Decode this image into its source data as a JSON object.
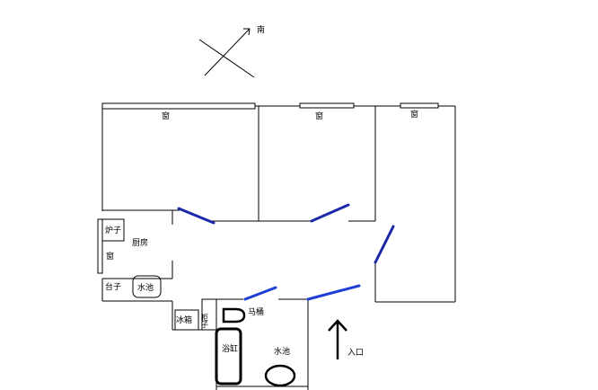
{
  "compass": {
    "label": "南"
  },
  "windows": {
    "bedroom_left": "窗",
    "bedroom_middle": "窗",
    "bedroom_right": "窗",
    "kitchen": "窗"
  },
  "kitchen": {
    "name": "厨房",
    "stove": "炉子",
    "counter": "台子",
    "sink": "水池"
  },
  "bathroom": {
    "fridge": "冰箱",
    "cabinet": "柜子",
    "toilet": "马桶",
    "bathtub": "浴缸",
    "sink": "水池"
  },
  "entrance": {
    "label": "入口"
  },
  "colors": {
    "door_dark": "#1a2aa8",
    "door_bright": "#1f3fd6",
    "wall": "#000000"
  }
}
